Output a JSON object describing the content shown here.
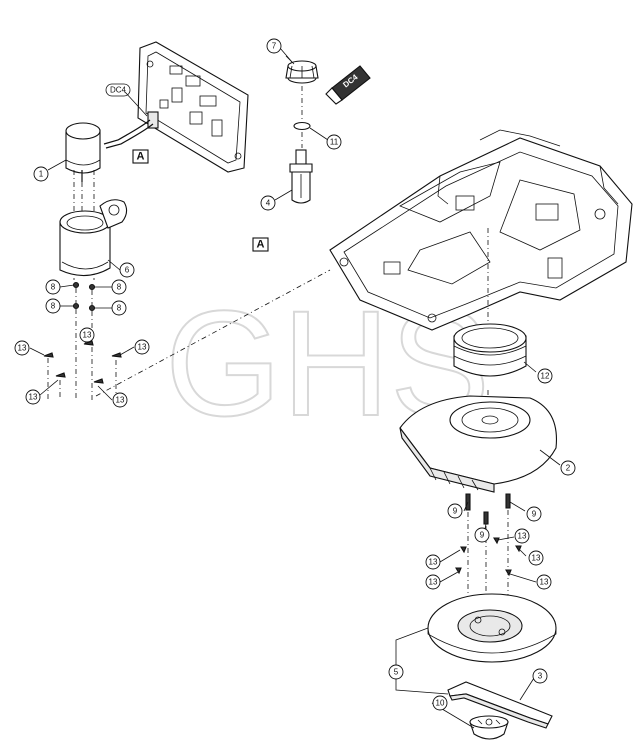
{
  "watermark": "GHS",
  "labels": {
    "dc4": "DC4",
    "tube_label": "DC4",
    "ref_a": "A"
  },
  "callouts": [
    {
      "id": "c1",
      "text": "1"
    },
    {
      "id": "c2",
      "text": "2"
    },
    {
      "id": "c3",
      "text": "3"
    },
    {
      "id": "c4",
      "text": "4"
    },
    {
      "id": "c5",
      "text": "5"
    },
    {
      "id": "c6",
      "text": "6"
    },
    {
      "id": "c7",
      "text": "7"
    },
    {
      "id": "c8a",
      "text": "8"
    },
    {
      "id": "c8b",
      "text": "8"
    },
    {
      "id": "c8c",
      "text": "8"
    },
    {
      "id": "c8d",
      "text": "8"
    },
    {
      "id": "c9a",
      "text": "9"
    },
    {
      "id": "c9b",
      "text": "9"
    },
    {
      "id": "c9c",
      "text": "9"
    },
    {
      "id": "c10",
      "text": "10"
    },
    {
      "id": "c11",
      "text": "11"
    },
    {
      "id": "c12",
      "text": "12"
    },
    {
      "id": "c13a",
      "text": "13"
    },
    {
      "id": "c13b",
      "text": "13"
    },
    {
      "id": "c13c",
      "text": "13"
    },
    {
      "id": "c13d",
      "text": "13"
    },
    {
      "id": "c13e",
      "text": "13"
    },
    {
      "id": "c13f",
      "text": "13"
    },
    {
      "id": "c13g",
      "text": "13"
    },
    {
      "id": "c13h",
      "text": "13"
    },
    {
      "id": "c13i",
      "text": "13"
    },
    {
      "id": "c13j",
      "text": "13"
    }
  ]
}
